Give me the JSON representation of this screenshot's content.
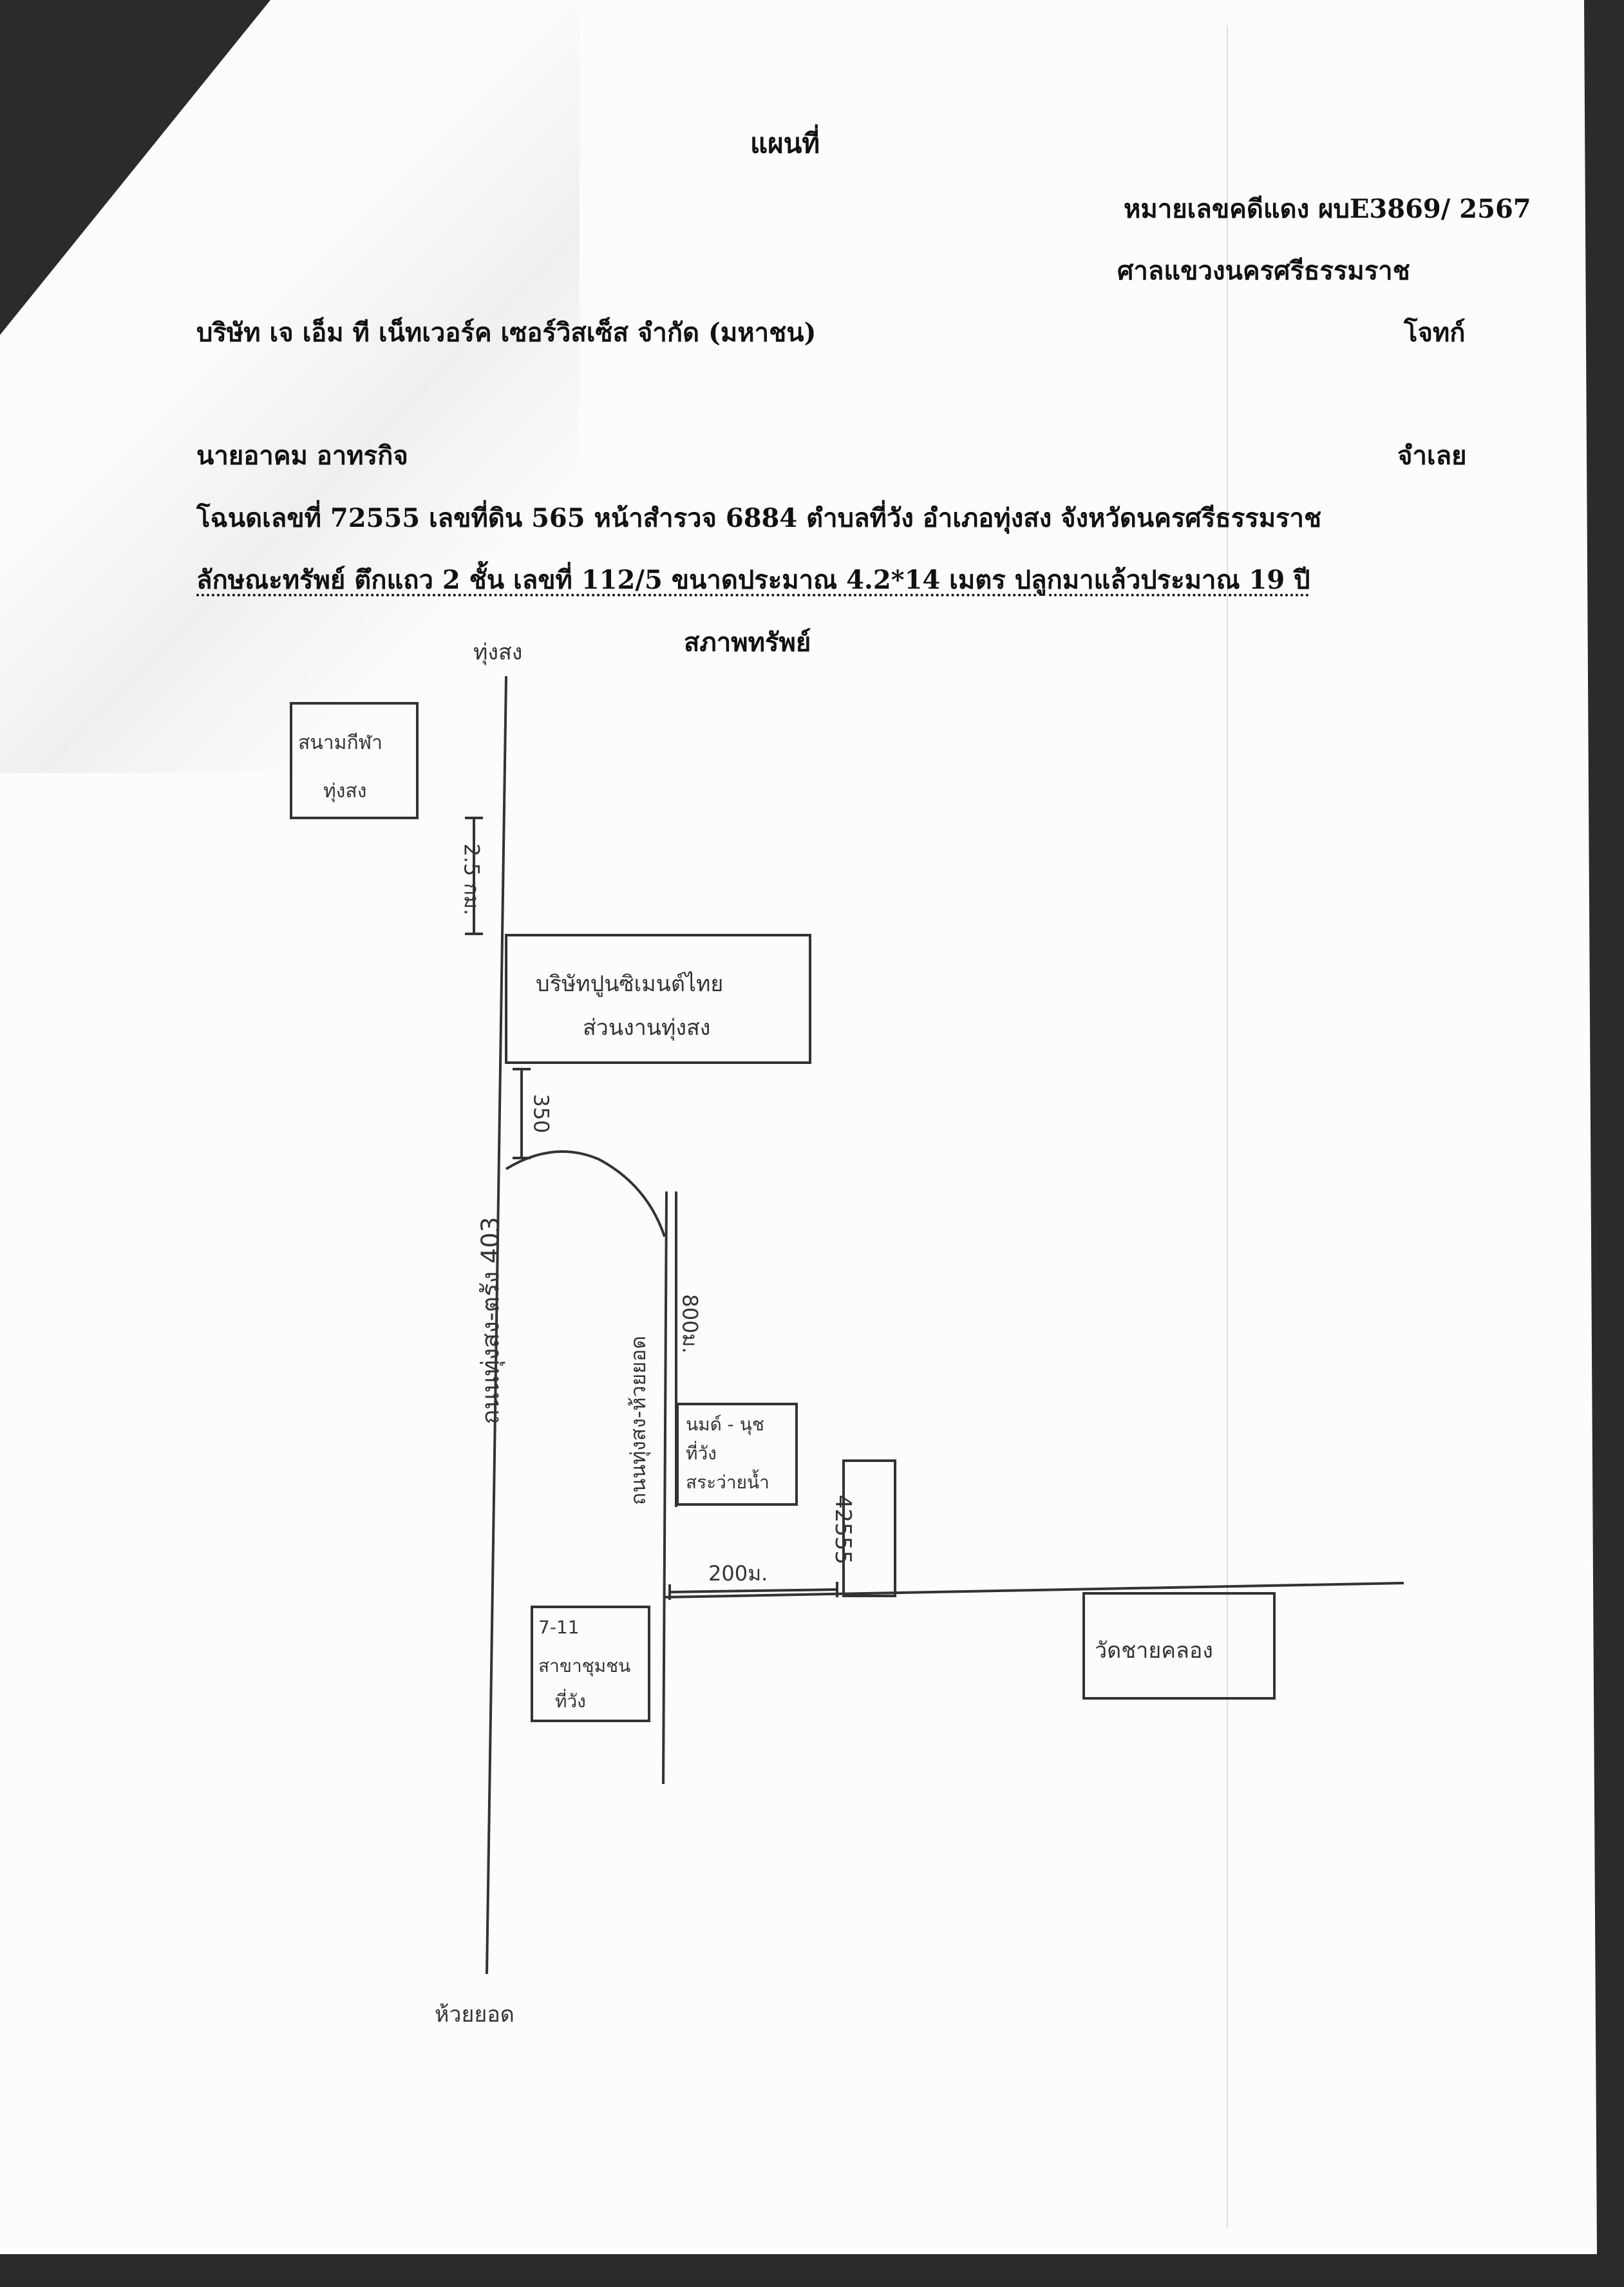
{
  "document": {
    "title": "แผนที่",
    "case_number": "หมายเลขคดีแดง ผบE3869/ 2567",
    "court": "ศาลแขวงนครศรีธรรมราช",
    "plaintiff_name": "บริษัท เจ เอ็ม ที เน็ทเวอร์ค เซอร์วิสเซ็ส  จำกัด (มหาชน)",
    "plaintiff_role": "โจทก์",
    "defendant_name": "นายอาคม  อาทรกิจ",
    "defendant_role": "จำเลย",
    "deed_info": "โฉนดเลขที่ 72555  เลขที่ดิน 565 หน้าสำรวจ 6884  ตำบลที่วัง  อำเภอทุ่งสง   จังหวัดนครศรีธรรมราช",
    "property_info": "ลักษณะทรัพย์   ตึกแถว 2 ชั้น  เลขที่ 112/5   ขนาดประมาณ 4.2*14 เมตร   ปลูกมาแล้วประมาณ 19 ปี",
    "condition_heading": "สภาพทรัพย์"
  },
  "map": {
    "north_label": "ทุ่งสง",
    "south_label": "ห้วยยอด",
    "main_road": "ถนนทุ่งสง-ตรัง 403",
    "side_road": "ถนนทุ่งสง-ห้วยยอด",
    "box_stadium_line1": "สนามกีฬา",
    "box_stadium_line2": "ทุ่งสง",
    "box_company_line1": "บริษัทปูนซิเมนต์ไทย",
    "box_company_line2": "ส่วนงานทุ่งสง",
    "box_school_line1": "นมด์ - นุช",
    "box_school_line2": "ที่วัง",
    "box_school_line3": "สระว่ายน้ำ",
    "box_711_line1": "7-11",
    "box_711_line2": "สาขาชุมชน",
    "box_711_line3": "ที่วัง",
    "box_temple": "วัดชายคลอง",
    "property_label": "42555",
    "dist_km": "2.5 กม.",
    "dist_350": "350",
    "dist_800": "800ม.",
    "dist_200": "200ม."
  }
}
